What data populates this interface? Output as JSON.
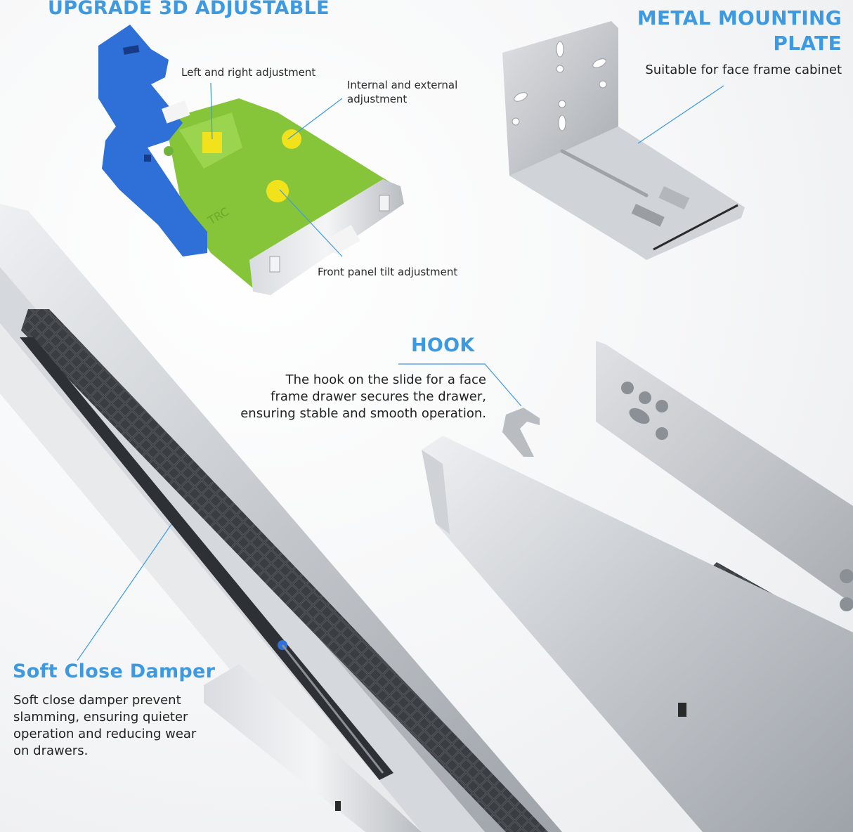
{
  "sections": {
    "adjustable": {
      "title": "UPGRADE 3D ADJUSTABLE",
      "callouts": [
        {
          "label": "Left and right adjustment"
        },
        {
          "label": "Internal and external adjustment",
          "line1": "Internal and external",
          "line2": "adjustment"
        },
        {
          "label": "Front panel tilt adjustment"
        }
      ],
      "brand_mark": "TRC"
    },
    "mounting_plate": {
      "title_line1": "METAL MOUNTING",
      "title_line2": "PLATE",
      "description": "Suitable for face frame cabinet"
    },
    "hook": {
      "title": "HOOK",
      "description_line1": "The hook on the slide for a face",
      "description_line2": "frame drawer secures the drawer,",
      "description_line3": "ensuring stable and smooth operation."
    },
    "damper": {
      "title": "Soft Close Damper",
      "description_line1": "Soft close damper prevent",
      "description_line2": "slamming, ensuring quieter",
      "description_line3": "operation and reducing wear",
      "description_line4": "on drawers."
    }
  },
  "colors": {
    "accent_blue": "#3d9ae0",
    "plastic_blue": "#2f6fd8",
    "plastic_green": "#86c53a",
    "gear_yellow": "#f2e21b",
    "steel": "#c9ccd0",
    "damper_dark": "#3a3d42"
  }
}
